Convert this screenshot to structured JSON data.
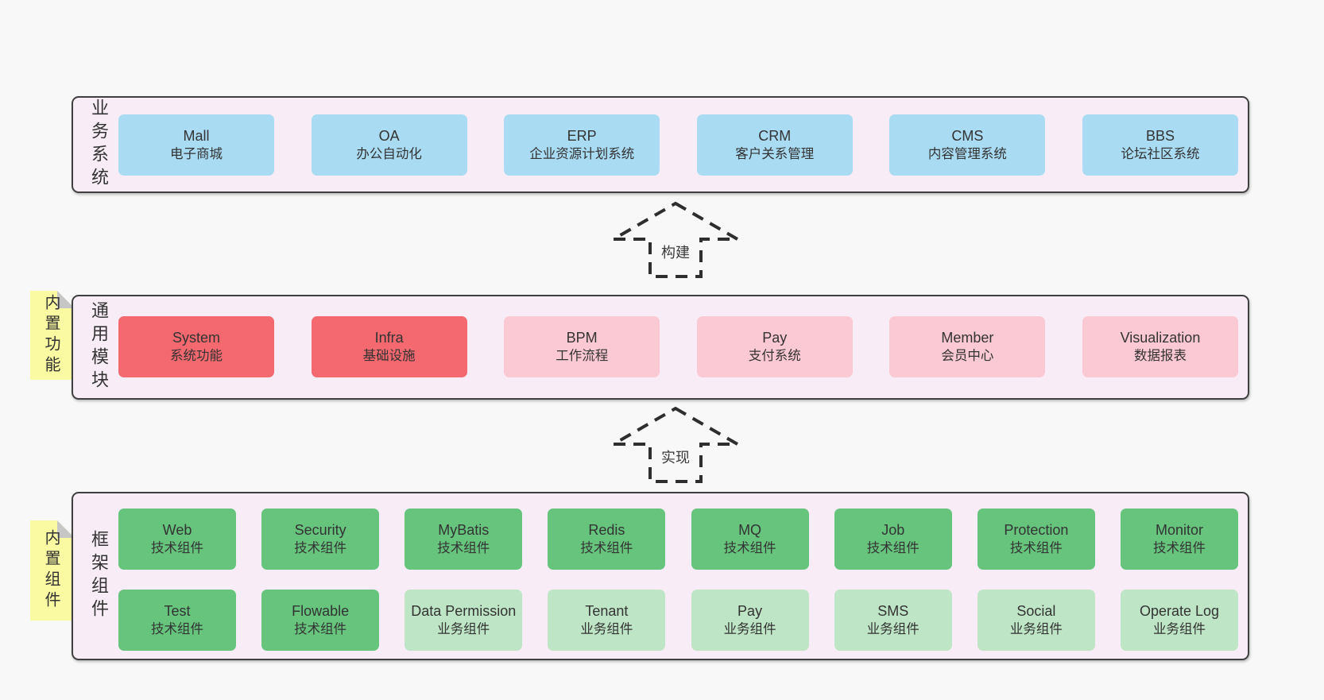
{
  "diagram": {
    "title_hint": "yudao architecture diagram",
    "colors": {
      "page_bg": "#f8f8f8",
      "container_bg": "#f8edf6",
      "container_border": "#404040",
      "blue_box": "#a9dbf3",
      "red_box": "#f3696f",
      "pink_box": "#fbc9d3",
      "green_box": "#66c47d",
      "light_green_box": "#bee5c5",
      "tag_bg": "#fafaa2",
      "tag_fold": "#c6c6c6",
      "text": "#333333"
    },
    "arrows": [
      {
        "label": "构建"
      },
      {
        "label": "实现"
      }
    ],
    "sections": [
      {
        "label": "业务系统",
        "boxes": [
          {
            "name": "Mall",
            "desc": "电子商城",
            "variant": "blue"
          },
          {
            "name": "OA",
            "desc": "办公自动化",
            "variant": "blue"
          },
          {
            "name": "ERP",
            "desc": "企业资源计划系统",
            "variant": "blue"
          },
          {
            "name": "CRM",
            "desc": "客户关系管理",
            "variant": "blue"
          },
          {
            "name": "CMS",
            "desc": "内容管理系统",
            "variant": "blue"
          },
          {
            "name": "BBS",
            "desc": "论坛社区系统",
            "variant": "blue"
          }
        ]
      },
      {
        "label": "通用模块",
        "tag": "内置功能",
        "boxes": [
          {
            "name": "System",
            "desc": "系统功能",
            "variant": "red"
          },
          {
            "name": "Infra",
            "desc": "基础设施",
            "variant": "red"
          },
          {
            "name": "BPM",
            "desc": "工作流程",
            "variant": "pink"
          },
          {
            "name": "Pay",
            "desc": "支付系统",
            "variant": "pink"
          },
          {
            "name": "Member",
            "desc": "会员中心",
            "variant": "pink"
          },
          {
            "name": "Visualization",
            "desc": "数据报表",
            "variant": "pink"
          }
        ]
      },
      {
        "label": "框架组件",
        "tag": "内置组件",
        "rows": [
          [
            {
              "name": "Web",
              "desc": "技术组件",
              "variant": "green"
            },
            {
              "name": "Security",
              "desc": "技术组件",
              "variant": "green"
            },
            {
              "name": "MyBatis",
              "desc": "技术组件",
              "variant": "green"
            },
            {
              "name": "Redis",
              "desc": "技术组件",
              "variant": "green"
            },
            {
              "name": "MQ",
              "desc": "技术组件",
              "variant": "green"
            },
            {
              "name": "Job",
              "desc": "技术组件",
              "variant": "green"
            },
            {
              "name": "Protection",
              "desc": "技术组件",
              "variant": "green"
            },
            {
              "name": "Monitor",
              "desc": "技术组件",
              "variant": "green"
            }
          ],
          [
            {
              "name": "Test",
              "desc": "技术组件",
              "variant": "green"
            },
            {
              "name": "Flowable",
              "desc": "技术组件",
              "variant": "green"
            },
            {
              "name": "Data Permission",
              "desc": "业务组件",
              "variant": "lightgreen"
            },
            {
              "name": "Tenant",
              "desc": "业务组件",
              "variant": "lightgreen"
            },
            {
              "name": "Pay",
              "desc": "业务组件",
              "variant": "lightgreen"
            },
            {
              "name": "SMS",
              "desc": "业务组件",
              "variant": "lightgreen"
            },
            {
              "name": "Social",
              "desc": "业务组件",
              "variant": "lightgreen"
            },
            {
              "name": "Operate Log",
              "desc": "业务组件",
              "variant": "lightgreen"
            }
          ]
        ]
      }
    ]
  }
}
